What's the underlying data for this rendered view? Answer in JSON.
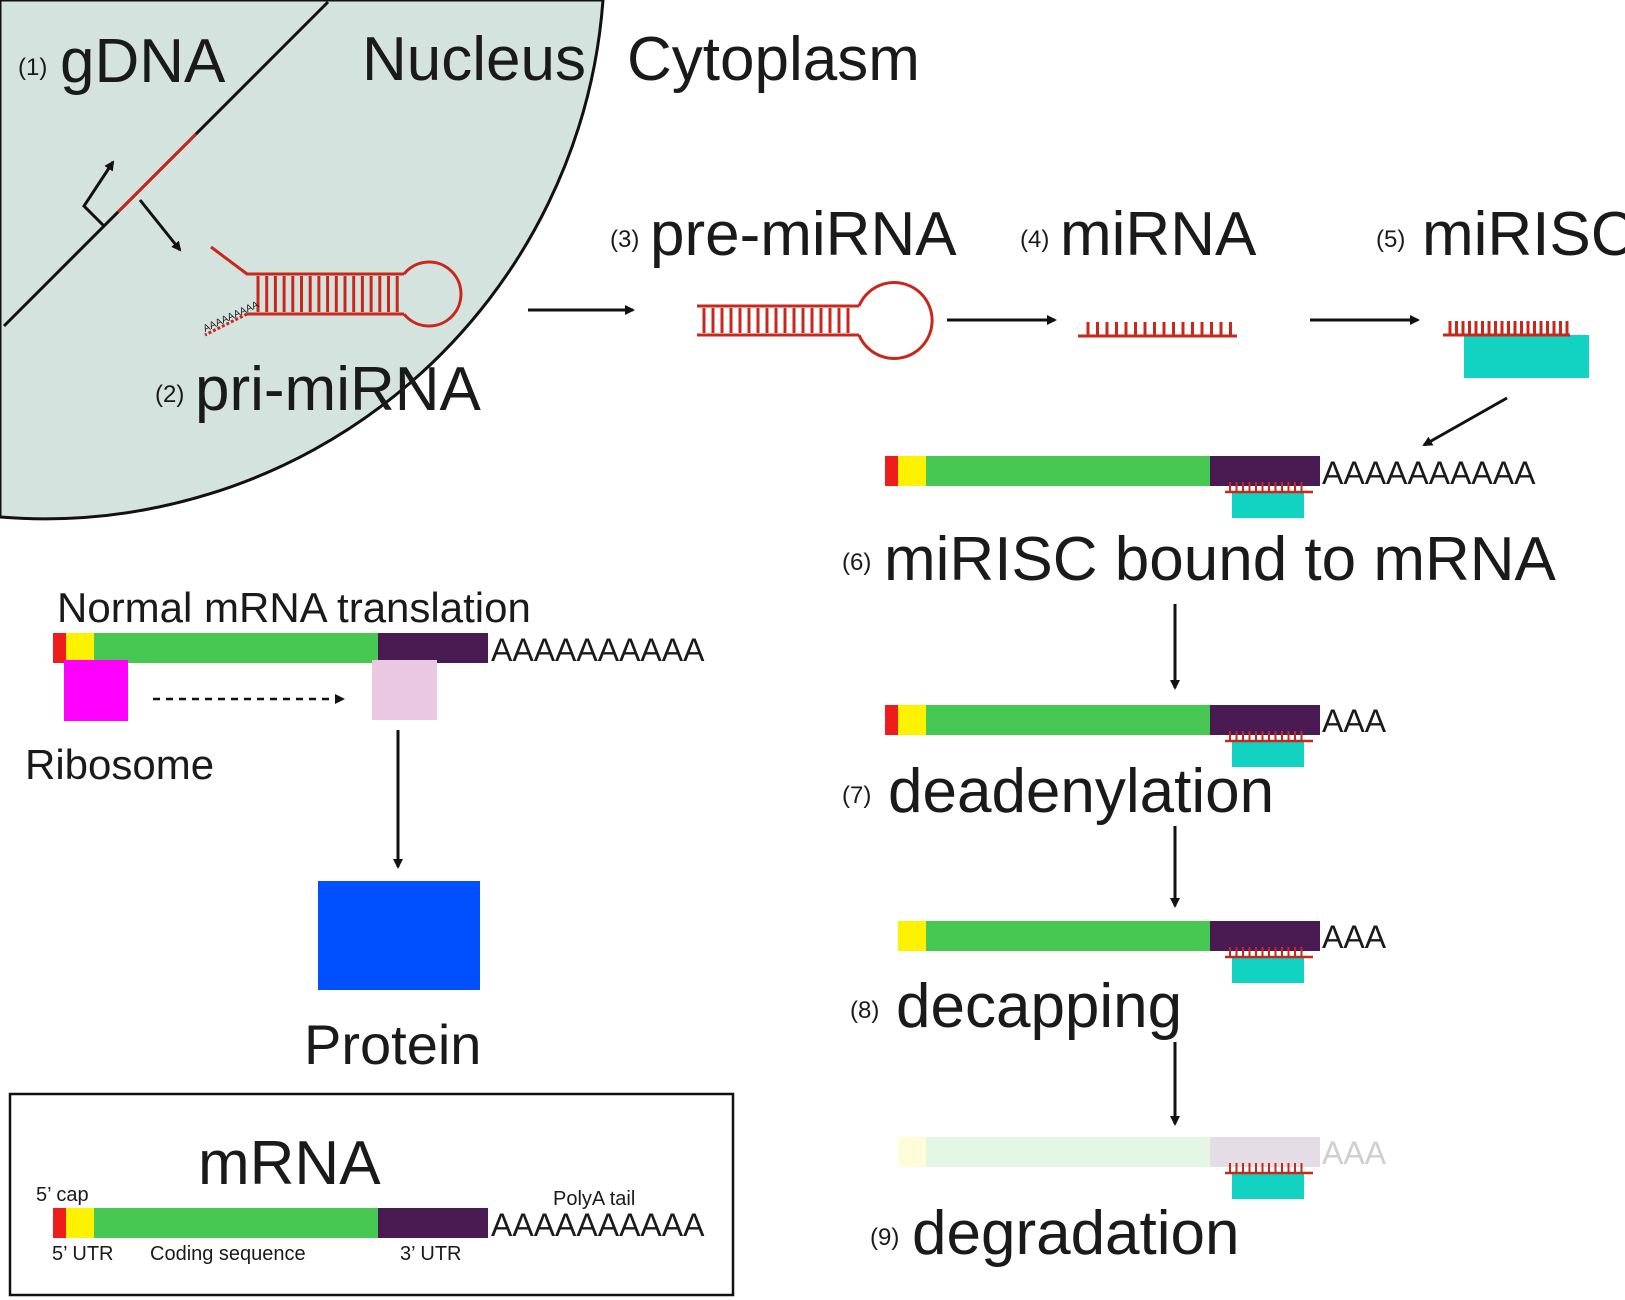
{
  "regions": {
    "nucleus": "Nucleus",
    "cytoplasm": "Cytoplasm"
  },
  "steps": [
    {
      "num": "(1)",
      "label": "gDNA"
    },
    {
      "num": "(2)",
      "label": "pri-miRNA"
    },
    {
      "num": "(3)",
      "label": "pre-miRNA"
    },
    {
      "num": "(4)",
      "label": "miRNA"
    },
    {
      "num": "(5)",
      "label": "miRISC"
    },
    {
      "num": "(6)",
      "label": "miRISC bound to mRNA"
    },
    {
      "num": "(7)",
      "label": "deadenylation"
    },
    {
      "num": "(8)",
      "label": "decapping"
    },
    {
      "num": "(9)",
      "label": "degradation"
    }
  ],
  "pri_tail": "AAAAAAAAA",
  "normal": {
    "title": "Normal mRNA translation",
    "ribosome": "Ribosome",
    "protein": "Protein",
    "polyA": "AAAAAAAAAA"
  },
  "tails": {
    "bound": "AAAAAAAAAA",
    "deadenylated": "AAA",
    "decapped": "AAA",
    "degraded": "AAA"
  },
  "legend": {
    "title": "mRNA",
    "cap": "5’ cap",
    "utr5": "5’ UTR",
    "cds": "Coding sequence",
    "utr3": "3’ UTR",
    "polyA_label": "PolyA tail",
    "polyA": "AAAAAAAAAA"
  },
  "colors": {
    "nucleus": "#d5e3df",
    "cap": "#ee1c1c",
    "utr5": "#fff200",
    "cds": "#47c852",
    "utr3": "#4a1a52",
    "mirna": "#c8281c",
    "risc": "#12d2c2",
    "ribosome": "#ff00ff",
    "ribosome_faded": "#eac8e2",
    "protein": "#0050ff"
  }
}
